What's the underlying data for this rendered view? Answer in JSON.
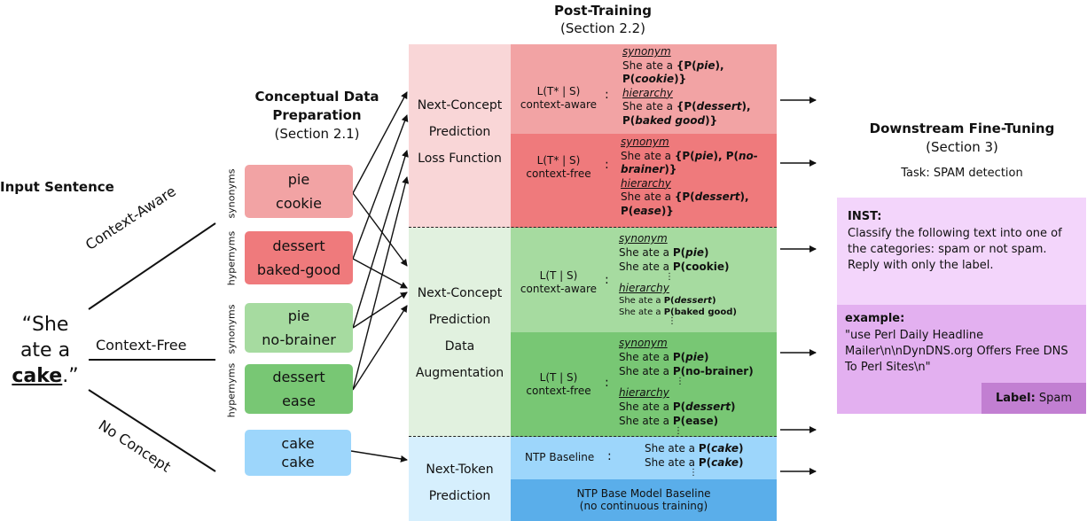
{
  "titles": {
    "post_training": "Post-Training",
    "post_training_section": "(Section 2.2)",
    "conceptual": "Conceptual Data",
    "conceptual2": "Preparation",
    "conceptual_section": "(Section 2.1)",
    "downstream": "Downstream Fine-Tuning",
    "downstream_section": "(Section 3)",
    "task": "Task: SPAM detection",
    "input_sentence": "Input Sentence"
  },
  "input": {
    "line1": "“She",
    "line2": "ate a",
    "word": "cake",
    "end": ".”"
  },
  "branches": {
    "context_aware": "Context-Aware",
    "context_free": "Context-Free",
    "no_concept": "No Concept"
  },
  "side_labels": {
    "synonyms1": "synonyms",
    "hypernyms1": "hypernyms",
    "synonyms2": "synonyms",
    "hypernyms2": "hypernyms"
  },
  "concept_boxes": {
    "pie": "pie",
    "cookie": "cookie",
    "dessert": "dessert",
    "baked_good": "baked-good",
    "pie2": "pie",
    "no_brainer": "no-brainer",
    "dessert2": "dessert",
    "ease": "ease",
    "cake1": "cake",
    "cake2": "cake"
  },
  "methods": {
    "ncp_loss": [
      "Next-Concept",
      "Prediction",
      "Loss Function"
    ],
    "ncp_aug": [
      "Next-Concept",
      "Prediction",
      "Data",
      "Augmentation"
    ],
    "ntp": [
      "Next-Token",
      "Prediction"
    ]
  },
  "rows": {
    "r1_formula": "L(T* | S)",
    "r1_sub": "context-aware",
    "r1_syn": "synonym",
    "r1_a": "She ate a ",
    "r1_a_b": "{P(",
    "r1_a_i1": "pie",
    "r1_a_b2": "),",
    "r1_b_b": "P(",
    "r1_b_i": "cookie",
    "r1_b_b2": ")}",
    "r1_hier": "hierarchy",
    "r1_c": "She ate a ",
    "r1_c_b": "{P(",
    "r1_c_i": "dessert",
    "r1_c_b2": "),",
    "r1_d_b": "P(",
    "r1_d_i": "baked good",
    "r1_d_b2": ")}",
    "r2_formula": "L(T* | S)",
    "r2_sub": "context-free",
    "r2_syn": "synonym",
    "r2_a": "She ate a ",
    "r2_a_b": "{P(",
    "r2_a_i": "pie",
    "r2_a_b2": "), P(",
    "r2_a_i2": "no-",
    "r2_b_i": "brainer",
    "r2_b_b": ")}",
    "r2_hier": "hierarchy",
    "r2_c": "She ate a ",
    "r2_c_b": "{P(",
    "r2_c_i": "dessert",
    "r2_c_b2": "),",
    "r2_d_b": "P(",
    "r2_d_i": "ease",
    "r2_d_b2": ")}",
    "r3_formula": "L(T | S)",
    "r3_sub": "context-aware",
    "r3_syn": "synonym",
    "r3_a": "She ate a ",
    "r3_a_b": "P(",
    "r3_a_i": "pie",
    "r3_a_b2": ")",
    "r3_b": "She ate a ",
    "r3_b_b": "P(cookie)",
    "r3_hier": "hierarchy",
    "r3_c": "She ate a ",
    "r3_c_b": "P(",
    "r3_c_i": "dessert",
    "r3_c_b2": ")",
    "r3_d": "She ate a ",
    "r3_d_b": "P(baked good)",
    "r4_formula": "L(T | S)",
    "r4_sub": "context-free",
    "r4_syn": "synonym",
    "r4_a": "She ate a ",
    "r4_a_b": "P(",
    "r4_a_i": "pie",
    "r4_a_b2": ")",
    "r4_b": "She ate a ",
    "r4_b_b": "P(no-brainer)",
    "r4_hier": "hierarchy",
    "r4_c": "She ate a ",
    "r4_c_b": "P(",
    "r4_c_i": "dessert",
    "r4_c_b2": ")",
    "r4_d": "She ate a ",
    "r4_d_b": "P(ease)",
    "r5_label": "NTP Baseline",
    "r5_a": "She ate a ",
    "r5_a_b": "P(",
    "r5_a_i": "cake",
    "r5_a_b2": ")",
    "r5_b": "She ate a ",
    "r5_b_b": "P(",
    "r5_b_i": "cake",
    "r5_b_b2": ")",
    "r6_line1": "NTP Base Model Baseline",
    "r6_line2": "(no continuous training)",
    "colon": ":",
    "ellipsis": "⋮"
  },
  "downstream_box": {
    "inst_label": "INST:",
    "inst_text": "Classify the following text into one of the categories: spam or not spam. Reply with only the label.",
    "example_label": "example:",
    "example_text": "\"use Perl Daily Headline Mailer\\n\\nDynDNS.org Offers Free DNS To Perl Sites\\n\"",
    "label_key": "Label:",
    "label_value": "Spam"
  },
  "colors": {
    "pink_light": "#f9d6d7",
    "pink_mid": "#f2a3a4",
    "pink_dark": "#ef7a7c",
    "green_light": "#e1f1df",
    "green_mid": "#a6dba0",
    "green_dark": "#78c774",
    "blue_light": "#d6effd",
    "blue_mid": "#9dd6fb",
    "blue_dark": "#5aaeea",
    "violet_light": "#f3d5fb",
    "violet_mid": "#e3b0f0",
    "violet_dark": "#c27fd2"
  }
}
